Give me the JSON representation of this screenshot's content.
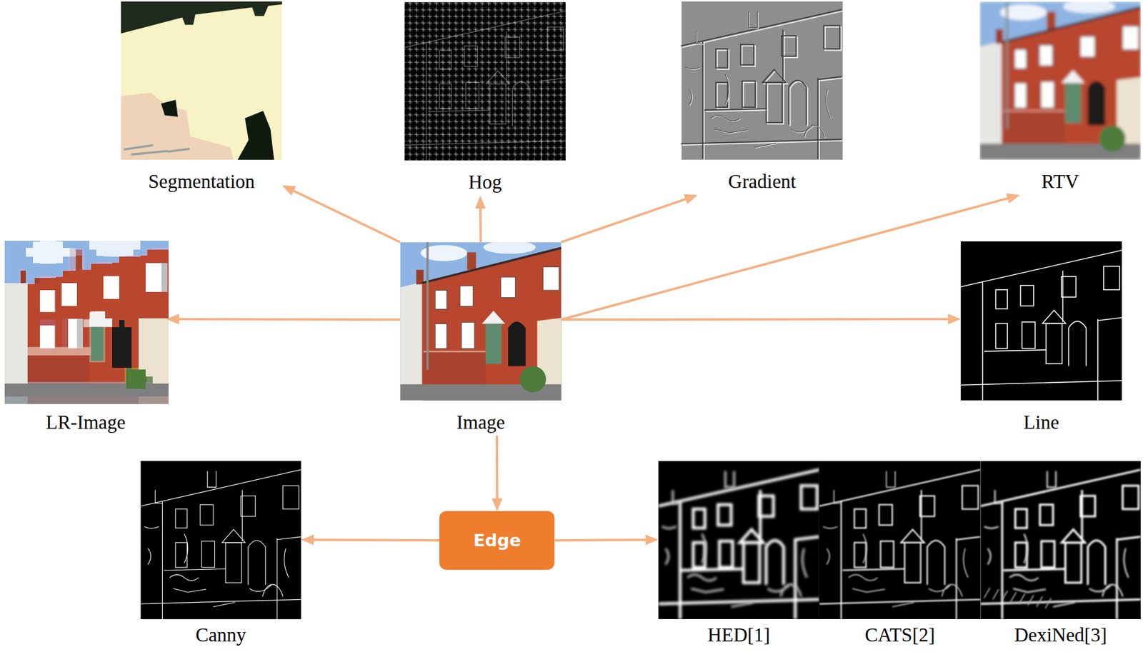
{
  "diagram": {
    "nodes": [
      {
        "text": [
          "Segmentation"
        ]
      },
      {
        "text": [
          "Hog"
        ]
      },
      {
        "text": [
          "Gradient"
        ]
      },
      {
        "text": [
          "RTV"
        ]
      },
      {
        "text": [
          "LR-Image"
        ]
      },
      {
        "text": [
          "Image"
        ]
      },
      {
        "text": [
          "Line"
        ]
      },
      {
        "text": [
          "Canny"
        ]
      },
      {
        "text": [
          "Edge"
        ]
      },
      {
        "text": [
          "HED[1]"
        ]
      },
      {
        "text": [
          "CATS[2]"
        ]
      },
      {
        "text": [
          "DexiNed[3]"
        ]
      }
    ],
    "edges": [
      {
        "from": 5,
        "to": 0,
        "arrow": "to"
      },
      {
        "from": 5,
        "to": 1,
        "arrow": "to"
      },
      {
        "from": 5,
        "to": 2,
        "arrow": "to"
      },
      {
        "from": 5,
        "to": 3,
        "arrow": "to"
      },
      {
        "from": 5,
        "to": 4,
        "arrow": "to"
      },
      {
        "from": 5,
        "to": 6,
        "arrow": "to"
      },
      {
        "from": 5,
        "to": 8,
        "arrow": "to"
      },
      {
        "from": 8,
        "to": 7,
        "arrow": "to"
      },
      {
        "from": 8,
        "to": 9,
        "arrow": "to"
      }
    ]
  }
}
